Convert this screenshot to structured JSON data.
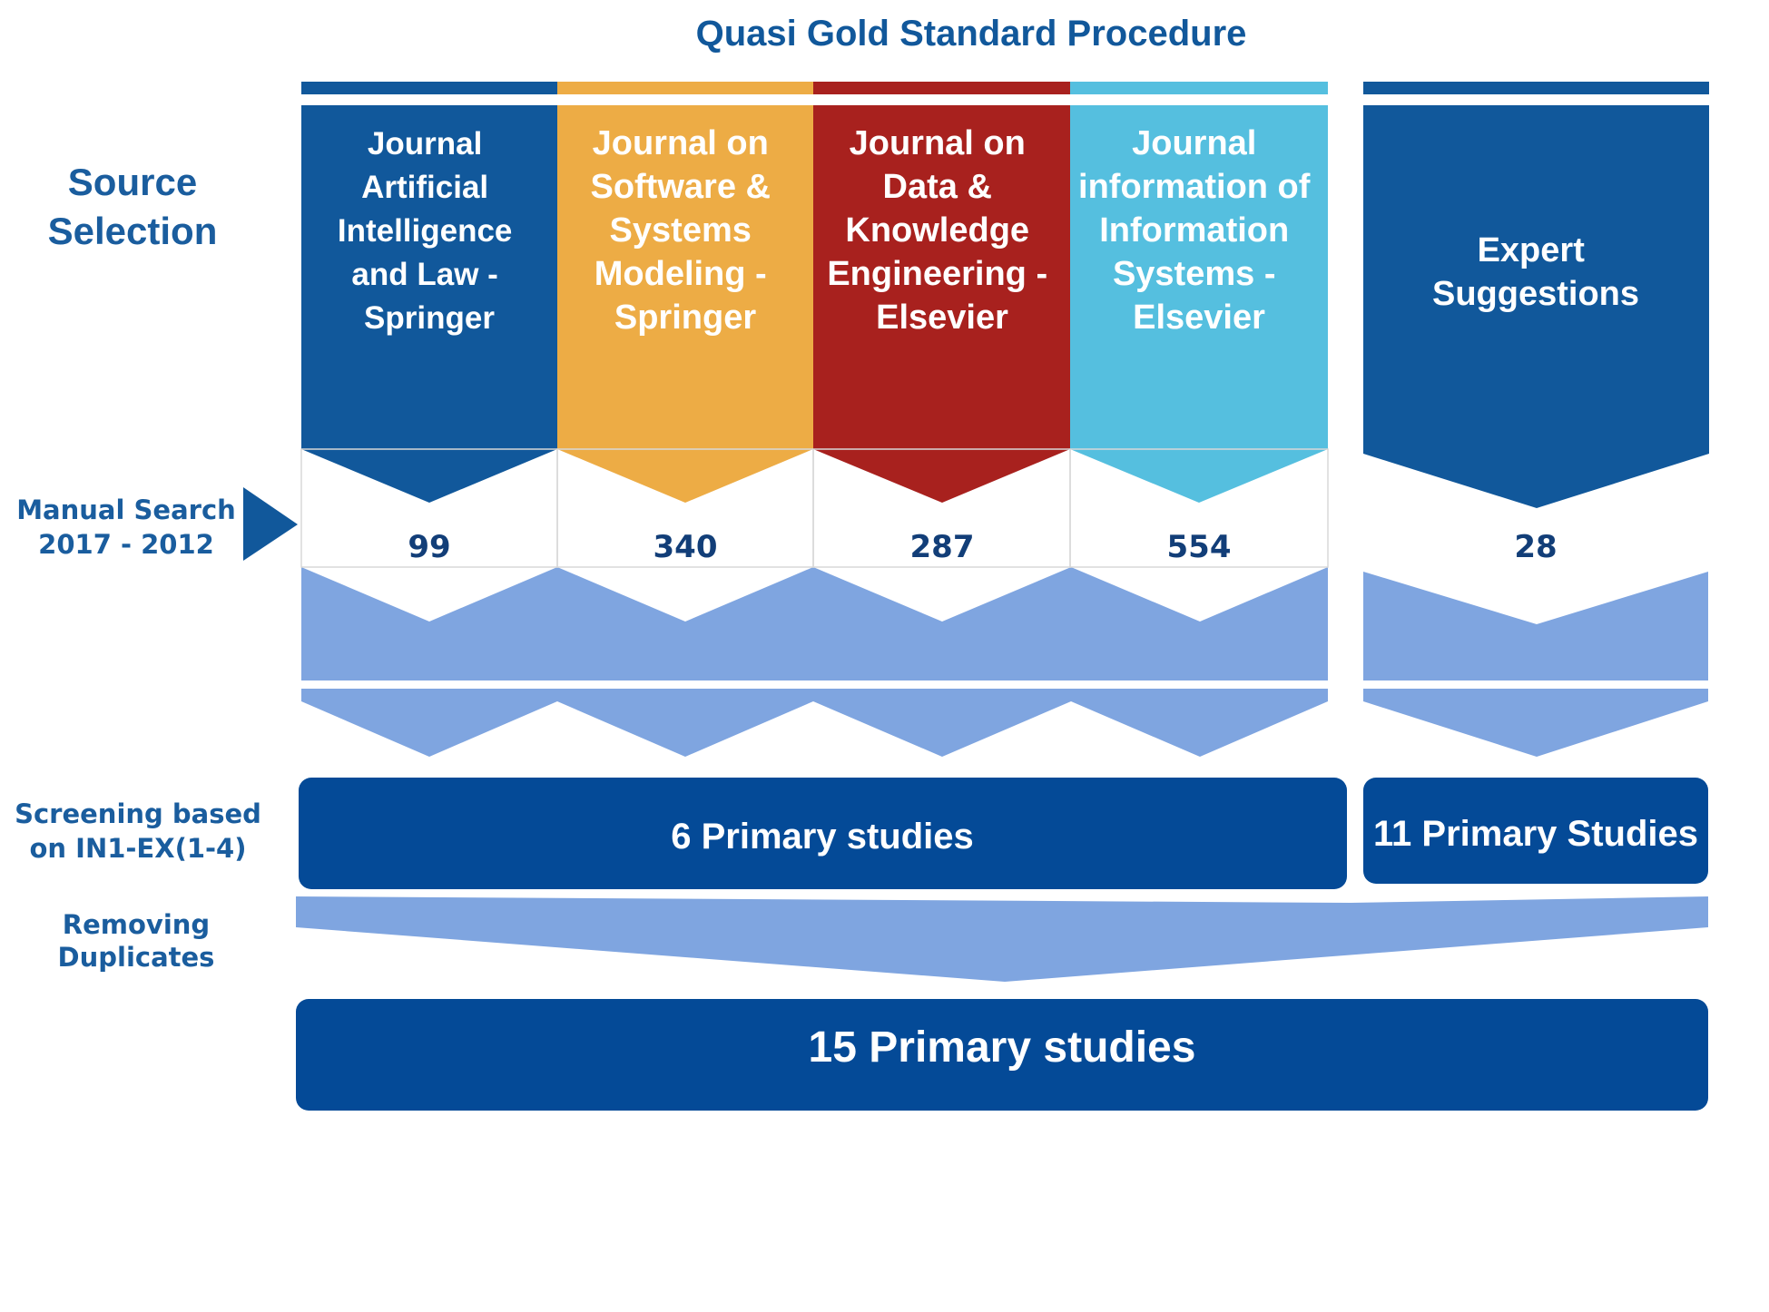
{
  "title": "Quasi Gold Standard Procedure",
  "row_labels": {
    "source_selection": [
      "Source",
      "Selection"
    ],
    "manual_search": [
      "Manual Search",
      "2017 - 2012"
    ],
    "screening": [
      "Screening based",
      "on IN1-EX(1-4)"
    ],
    "removing_duplicates": [
      "Removing",
      "Duplicates"
    ]
  },
  "sources": [
    {
      "lines": [
        "Journal",
        "Artificial",
        "Intelligence",
        "and Law -",
        "Springer"
      ],
      "count": "99",
      "color": "#11589B"
    },
    {
      "lines": [
        "Journal on",
        "Software &",
        "Systems",
        "Modeling -",
        "Springer"
      ],
      "count": "340",
      "color": "#EDAC45"
    },
    {
      "lines": [
        "Journal on",
        "Data &",
        "Knowledge",
        "Engineering -",
        "Elsevier"
      ],
      "count": "287",
      "color": "#A8211E"
    },
    {
      "lines": [
        "Journal",
        "information of",
        "Information",
        "Systems -",
        "Elsevier"
      ],
      "count": "554",
      "color": "#55BFDF"
    }
  ],
  "expert": {
    "lines": [
      "Expert",
      "Suggestions"
    ],
    "count": "28",
    "color": "#11589B"
  },
  "screening_results": {
    "journals": "6 Primary studies",
    "expert": "11 Primary Studies"
  },
  "final_result": "15 Primary studies",
  "colors": {
    "dark_blue": "#11589B",
    "result_blue": "#044A97",
    "light_blue": "#7FA5E0",
    "label_blue": "#1A5D9E",
    "count_text": "#123E78"
  }
}
